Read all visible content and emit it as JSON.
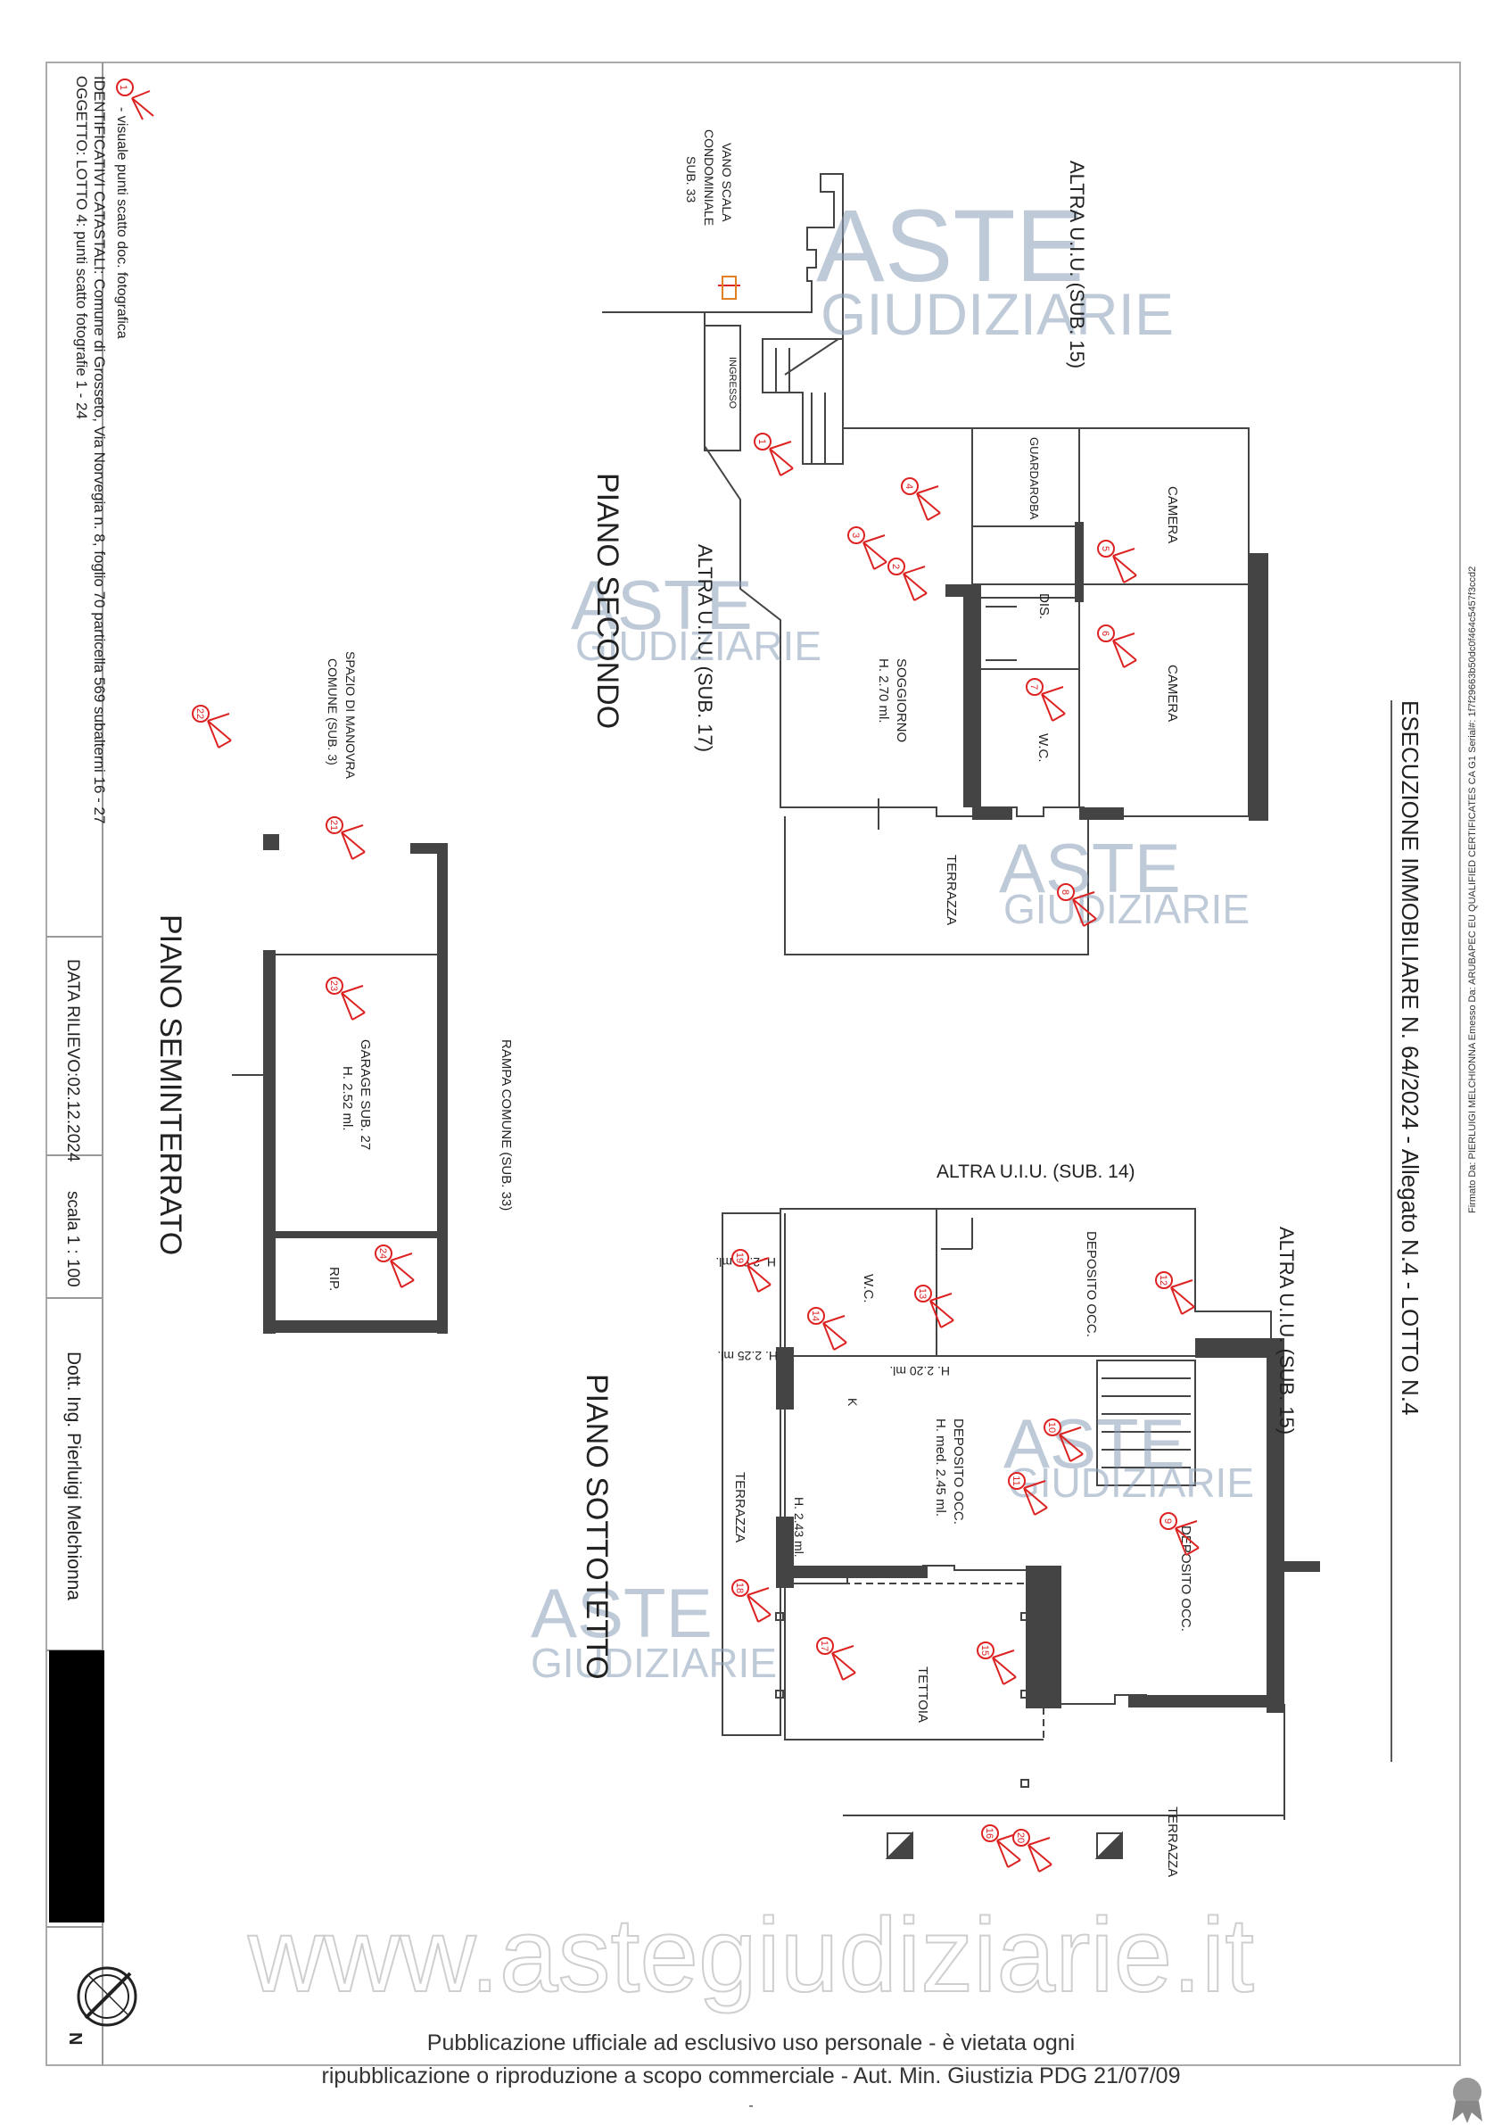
{
  "title_block": {
    "subject": "OGGETTO: LOTTO 4: punti scatto fotografie 1 - 24",
    "cadastral": "IDENTIFICATIVI CATASTALI: Comune di Grosseto, Via Norvegia n. 8, foglio 70 particella 569 subalterni 16 - 27",
    "survey_date": "DATA RILIEVO:02.12.2024",
    "scale": "scala 1 : 100",
    "author": "Dott. Ing. Pierluigi Melchionna"
  },
  "header": "ESECUZIONE IMMOBILIARE N. 64/2024 - Allegato N.4 - LOTTO N.4",
  "legend": {
    "number": "1",
    "text": "- visuale punti scatto doc. fotografica"
  },
  "signature_strip": "Firmato Da: PIERLUIGI MELCHIONNA Emesso Da: ARUBAPEC EU QUALIFIED CERTIFICATES CA G1 Serial#: 1f7f29663b50dc0f464c5457f3ccd2",
  "watermarks": {
    "aste": "ASTE",
    "giudiziarie": "GIUDIZIARIE",
    "site": "www.astegiudiziarie.it"
  },
  "footer": {
    "line1": "Pubblicazione ufficiale ad esclusivo uso personale - è vietata ogni",
    "line2": "ripubblicazione o riproduzione a scopo commerciale - Aut. Min. Giustizia PDG 21/07/09",
    "dash": "-"
  },
  "north": "N",
  "floors": {
    "second": "PIANO SECONDO",
    "attic": "PIANO SOTTOTETTO",
    "basement": "PIANO SEMINTERRATO"
  },
  "labels": {
    "altra_15_top": "ALTRA U.I.U. (SUB. 15)",
    "altra_17": "ALTRA U.I.U. (SUB. 17)",
    "vano_1": "VANO SCALA",
    "vano_2": "CONDOMINIALE",
    "vano_3": "SUB. 33",
    "ingresso": "INGRESSO",
    "guardaroba": "GUARDAROBA",
    "camera_1": "CAMERA",
    "camera_2": "CAMERA",
    "dis": "DIS.",
    "wc_1": "W.C.",
    "soggiorno": "SOGGIORNO",
    "soggiorno_h": "H. 2.70 ml.",
    "terrazza_2": "TERRAZZA",
    "altra_14": "ALTRA U.I.U. (SUB. 14)",
    "altra_15_bottom": "ALTRA U.I.U. (SUB. 15)",
    "h295": "H. 2.95 ml.",
    "wc_2": "W.C.",
    "deposito_occ_1": "DEPOSITO OCC.",
    "h225": "H. 2.25 ml.",
    "h220": "H. 2.20 ml.",
    "k": "K",
    "deposito_occ_2": "DEPOSITO OCC.",
    "deposito_h": "H. med. 2.45 ml.",
    "h243": "H. 2.43 ml.",
    "terrazza_left": "TERRAZZA",
    "tettoia": "TETTOIA",
    "deposito_occ_3": "DEPOSITO OCC.",
    "terrazza_bottom": "TERRAZZA",
    "spazio_1": "SPAZIO DI MANOVRA",
    "spazio_2": "COMUNE (SUB. 3)",
    "rampa": "RAMPA COMUNE (SUB. 33)",
    "garage": "GARAGE SUB. 27",
    "garage_h": "H. 2.52 ml.",
    "rip": "RIP."
  },
  "photo_points": [
    "1",
    "2",
    "3",
    "4",
    "5",
    "6",
    "7",
    "8",
    "9",
    "10",
    "11",
    "12",
    "13",
    "14",
    "15",
    "16",
    "17",
    "18",
    "19",
    "20",
    "21",
    "22",
    "23",
    "24"
  ]
}
